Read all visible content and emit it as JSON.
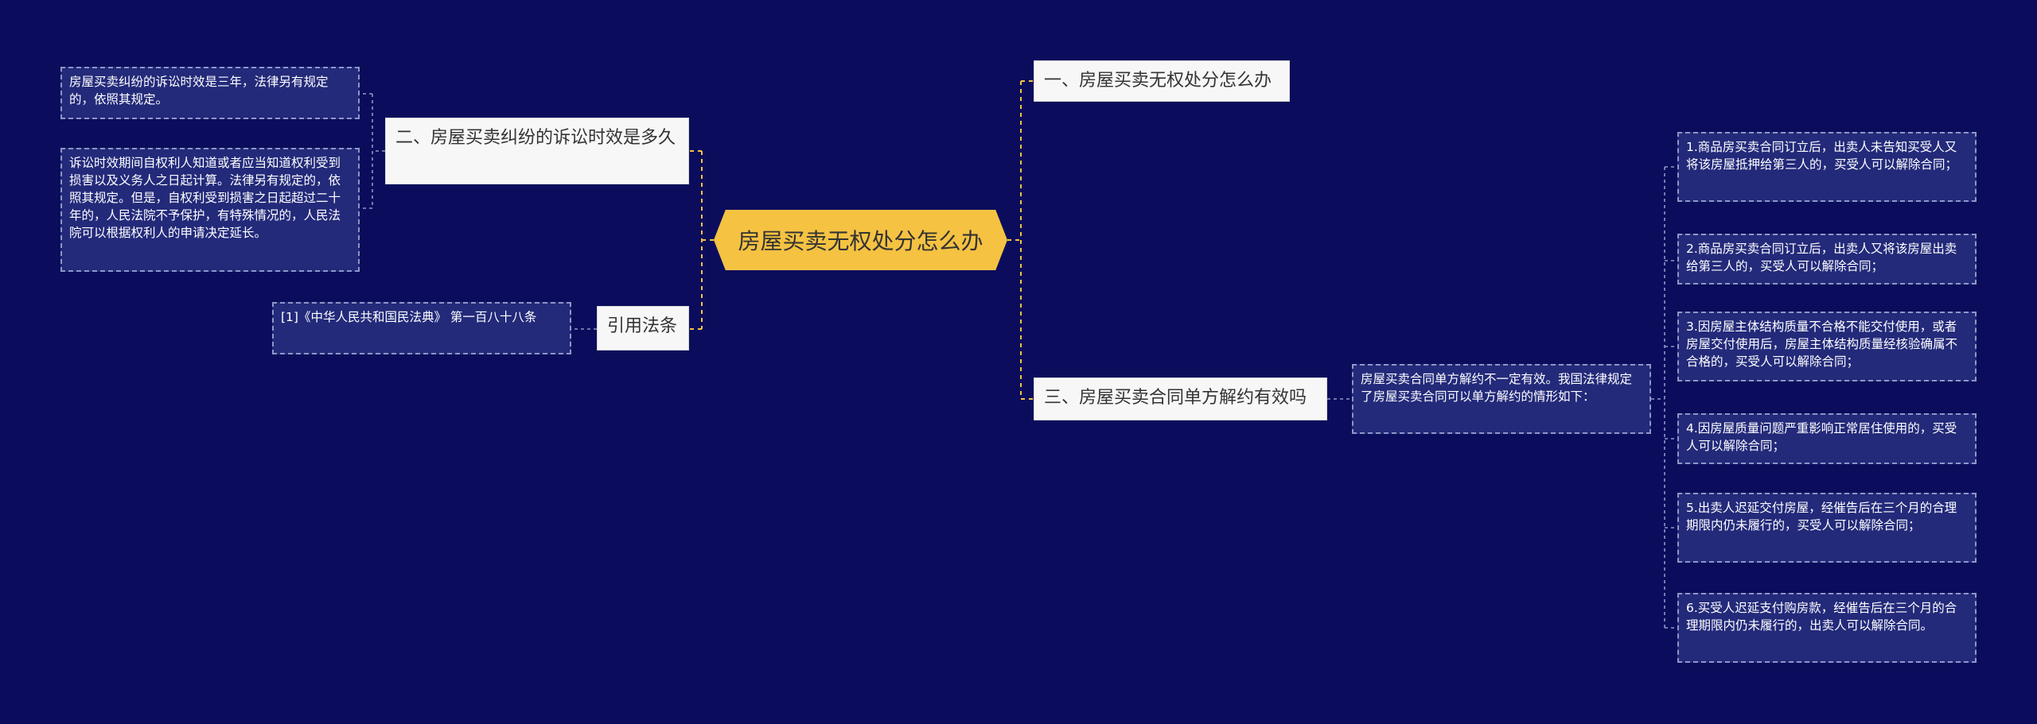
{
  "colors": {
    "background": "#0b0d5c",
    "root": "#f5c242",
    "link": "#f5c242",
    "branch": "#f7f7f7",
    "leaf": "#232a7a"
  },
  "root": {
    "label": "房屋买卖无权处分怎么办"
  },
  "left": {
    "statute_branch": {
      "label": "二、房屋买卖纠纷的诉讼时效是多久",
      "leaves": [
        "房屋买卖纠纷的诉讼时效是三年，法律另有规定的，依照其规定。",
        "诉讼时效期间自权利人知道或者应当知道权利受到损害以及义务人之日起计算。法律另有规定的，依照其规定。但是，自权利受到损害之日起超过二十年的，人民法院不予保护，有特殊情况的，人民法院可以根据权利人的申请决定延长。"
      ]
    },
    "citation_branch": {
      "label": "引用法条",
      "leaves": [
        "[1]《中华人民共和国民法典》 第一百八十八条"
      ]
    }
  },
  "right": {
    "branch_one": {
      "label": "一、房屋买卖无权处分怎么办"
    },
    "branch_three": {
      "label": "三、房屋买卖合同单方解约有效吗",
      "summary": "房屋买卖合同单方解约不一定有效。我国法律规定了房屋买卖合同可以单方解约的情形如下：",
      "leaves": [
        "1.商品房买卖合同订立后，出卖人未告知买受人又将该房屋抵押给第三人的，买受人可以解除合同；",
        "2.商品房买卖合同订立后，出卖人又将该房屋出卖给第三人的，买受人可以解除合同；",
        "3.因房屋主体结构质量不合格不能交付使用，或者房屋交付使用后，房屋主体结构质量经核验确属不合格的，买受人可以解除合同；",
        "4.因房屋质量问题严重影响正常居住使用的，买受人可以解除合同；",
        "5.出卖人迟延交付房屋，经催告后在三个月的合理期限内仍未履行的，买受人可以解除合同；",
        "6.买受人迟延支付购房款，经催告后在三个月的合理期限内仍未履行的，出卖人可以解除合同。"
      ]
    }
  }
}
